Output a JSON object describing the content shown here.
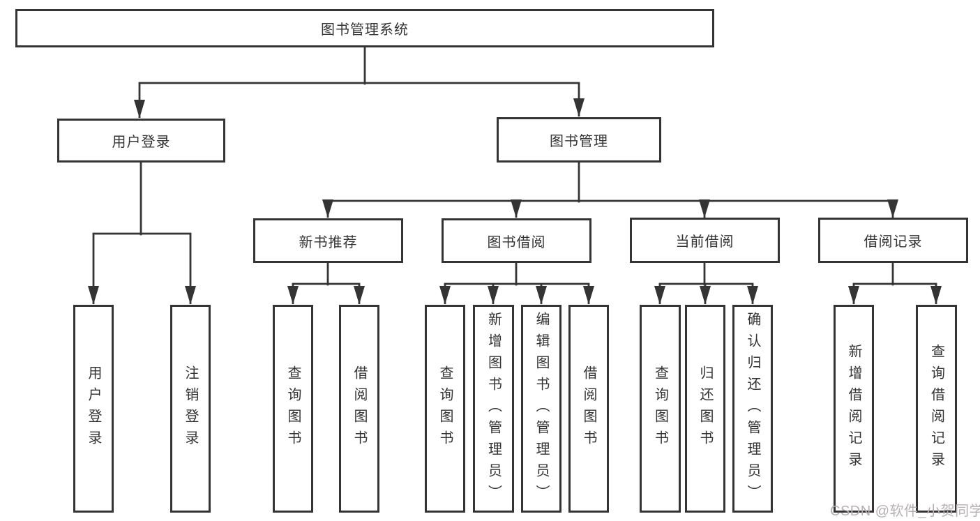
{
  "diagram": {
    "root": {
      "label": "图书管理系统",
      "children": [
        {
          "label": "用户登录",
          "children": [
            {
              "label": "用户登录"
            },
            {
              "label": "注销登录"
            }
          ]
        },
        {
          "label": "图书管理",
          "children": [
            {
              "label": "新书推荐",
              "children": [
                {
                  "label": "查询图书"
                },
                {
                  "label": "借阅图书"
                }
              ]
            },
            {
              "label": "图书借阅",
              "children": [
                {
                  "label": "查询图书"
                },
                {
                  "label": "新增图书（管理员）"
                },
                {
                  "label": "编辑图书（管理员）"
                },
                {
                  "label": "借阅图书"
                }
              ]
            },
            {
              "label": "当前借阅",
              "children": [
                {
                  "label": "查询图书"
                },
                {
                  "label": "归还图书"
                },
                {
                  "label": "确认归还（管理员）"
                }
              ]
            },
            {
              "label": "借阅记录",
              "children": [
                {
                  "label": "新增借阅记录"
                },
                {
                  "label": "查询借阅记录"
                }
              ]
            }
          ]
        }
      ]
    }
  },
  "watermark": {
    "text": "CSDN @软件_小贺同学"
  },
  "colors": {
    "line": "#343434",
    "box_border": "#343434",
    "box_background": "#ffffff",
    "text": "#333333",
    "watermark": "#b6b0b0",
    "background": "#ffffff"
  }
}
